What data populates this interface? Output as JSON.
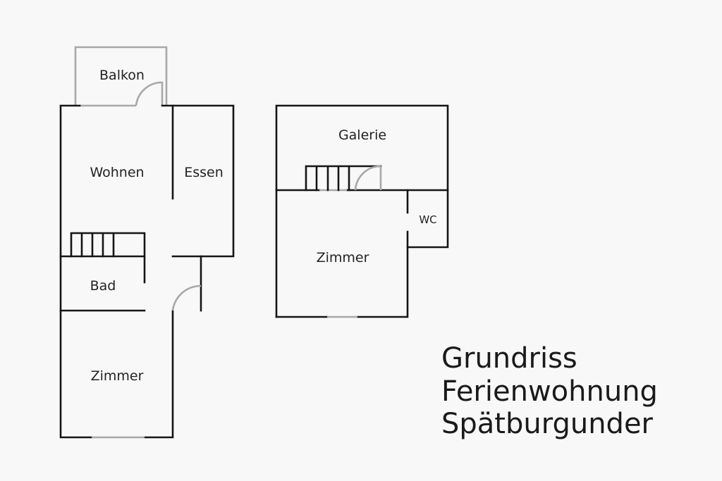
{
  "ground_floor": {
    "rooms": {
      "balkon": "Balkon",
      "wohnen": "Wohnen",
      "essen": "Essen",
      "bad": "Bad",
      "zimmer": "Zimmer"
    }
  },
  "upper_floor": {
    "rooms": {
      "galerie": "Galerie",
      "wc": "WC",
      "zimmer": "Zimmer"
    }
  },
  "title": {
    "line1": "Grundriss",
    "line2": "Ferienwohnung",
    "line3": "Spätburgunder"
  },
  "colors": {
    "wall": "#151515",
    "opening": "#a8a8a8",
    "background": "#f8f8f8"
  }
}
